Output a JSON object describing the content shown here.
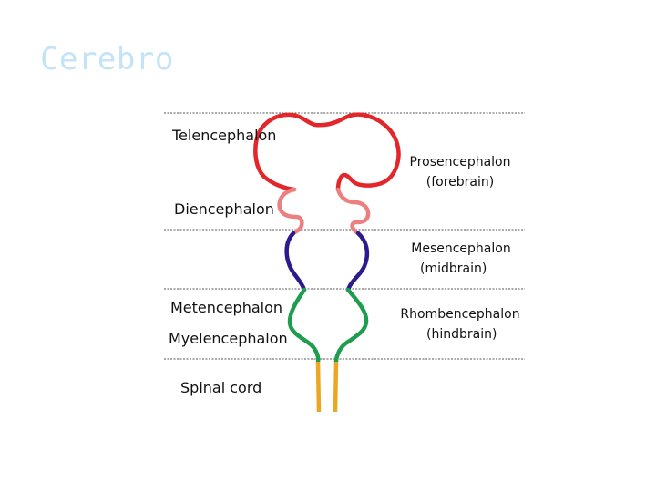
{
  "title": "Cerebro",
  "left_labels": {
    "telencephalon": "Telencephalon",
    "diencephalon": "Diencephalon",
    "metencephalon": "Metencephalon",
    "myelencephalon": "Myelencephalon",
    "spinal_cord": "Spinal cord"
  },
  "right_labels": {
    "prosencephalon": {
      "name": "Prosencephalon",
      "sub": "(forebrain)"
    },
    "mesencephalon": {
      "name": "Mesencephalon",
      "sub": "(midbrain)"
    },
    "rhombencephalon": {
      "name": "Rhombencephalon",
      "sub": "(hindbrain)"
    }
  },
  "colors": {
    "telencephalon": "#e3262a",
    "diencephalon": "#ec7f7f",
    "mesencephalon": "#2e1a8c",
    "rhombencephalon": "#1f9d4f",
    "spinal_cord": "#eba724",
    "title": "#c3e4f7",
    "dividers": "#555555"
  }
}
